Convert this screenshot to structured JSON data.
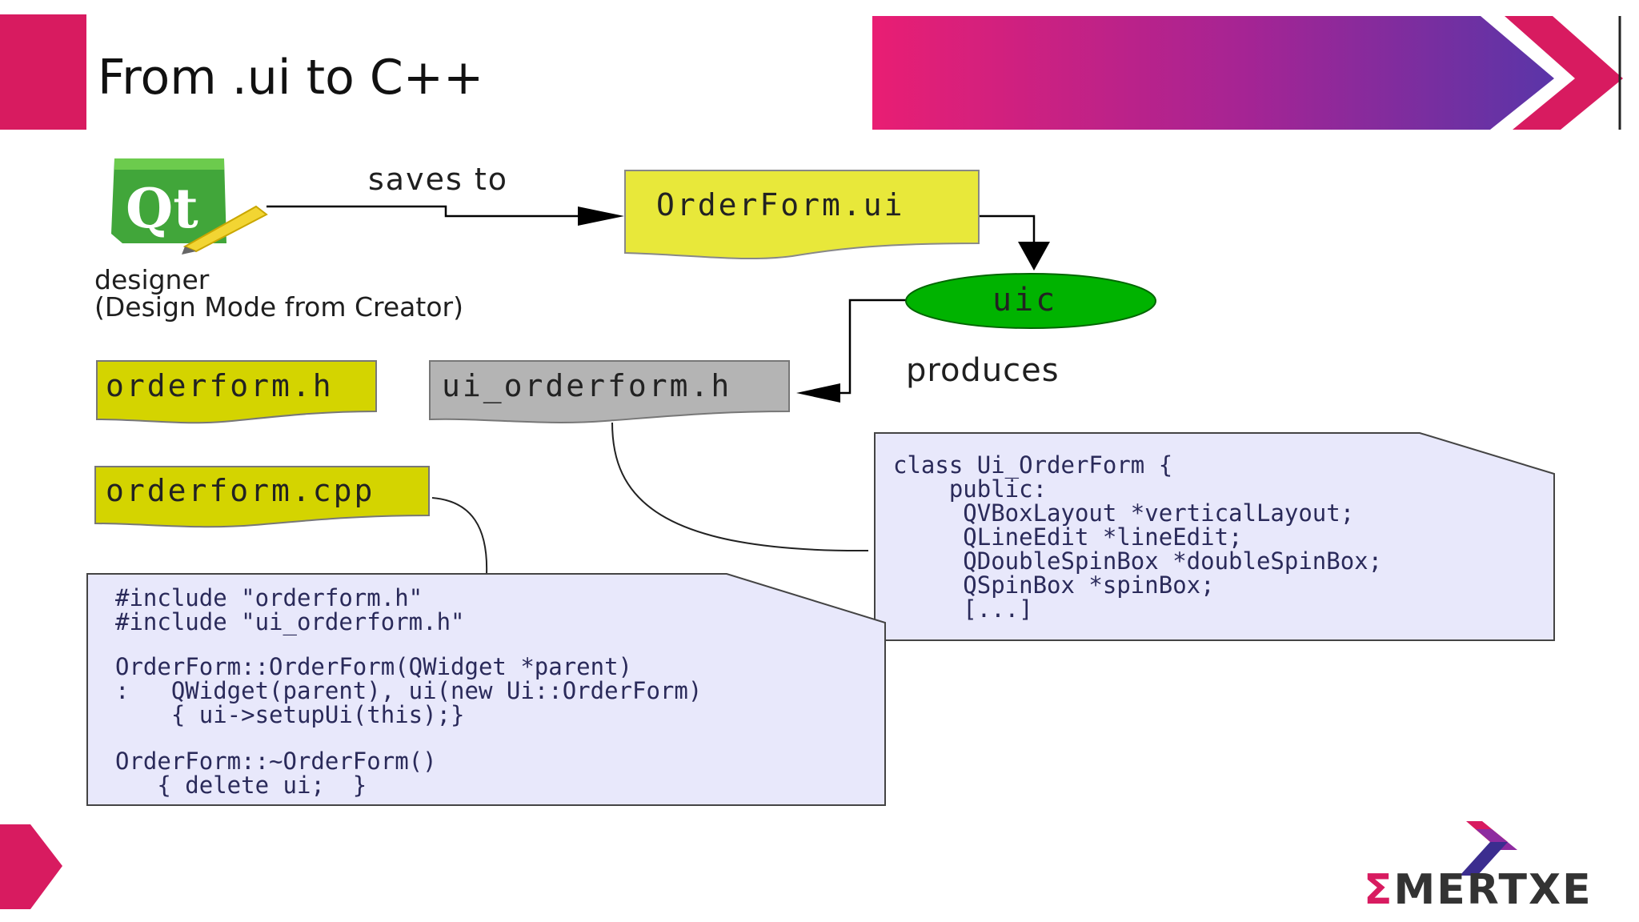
{
  "slide": {
    "title": "From .ui to C++"
  },
  "diagram": {
    "designer_app": {
      "icon_text": "Qt",
      "label_line1": "designer",
      "label_line2": "(Design Mode from Creator)"
    },
    "saves_to_label": "saves to",
    "ui_file": "OrderForm.ui",
    "uic_tool": "uic",
    "produces_label": "produces",
    "orderform_h": "orderform.h",
    "ui_orderform_h": "ui_orderform.h",
    "orderform_cpp": "orderform.cpp",
    "ui_class_code": [
      "class Ui_OrderForm {",
      "    public:",
      "     QVBoxLayout *verticalLayout;",
      "     QLineEdit *lineEdit;",
      "     QDoubleSpinBox *doubleSpinBox;",
      "     QSpinBox *spinBox;",
      "     [...]"
    ],
    "cpp_code": [
      "#include \"orderform.h\"",
      "#include \"ui_orderform.h\"",
      "",
      "OrderForm::OrderForm(QWidget *parent)",
      ":   QWidget(parent), ui(new Ui::OrderForm)",
      "    { ui->setupUi(this);}",
      "",
      "OrderForm::~OrderForm()",
      "   { delete ui;  }"
    ]
  },
  "brand": {
    "logo_text": "MERTXE",
    "logo_sigma": "Σ"
  },
  "colors": {
    "accent_pink": "#d81b60",
    "banner_start": "#e91e73",
    "banner_end": "#5e35b1",
    "doc_yellow": "#d8d800",
    "doc_gray": "#b4b4b4",
    "uic_green": "#00b300",
    "code_box_fill": "#e8e8fb"
  }
}
